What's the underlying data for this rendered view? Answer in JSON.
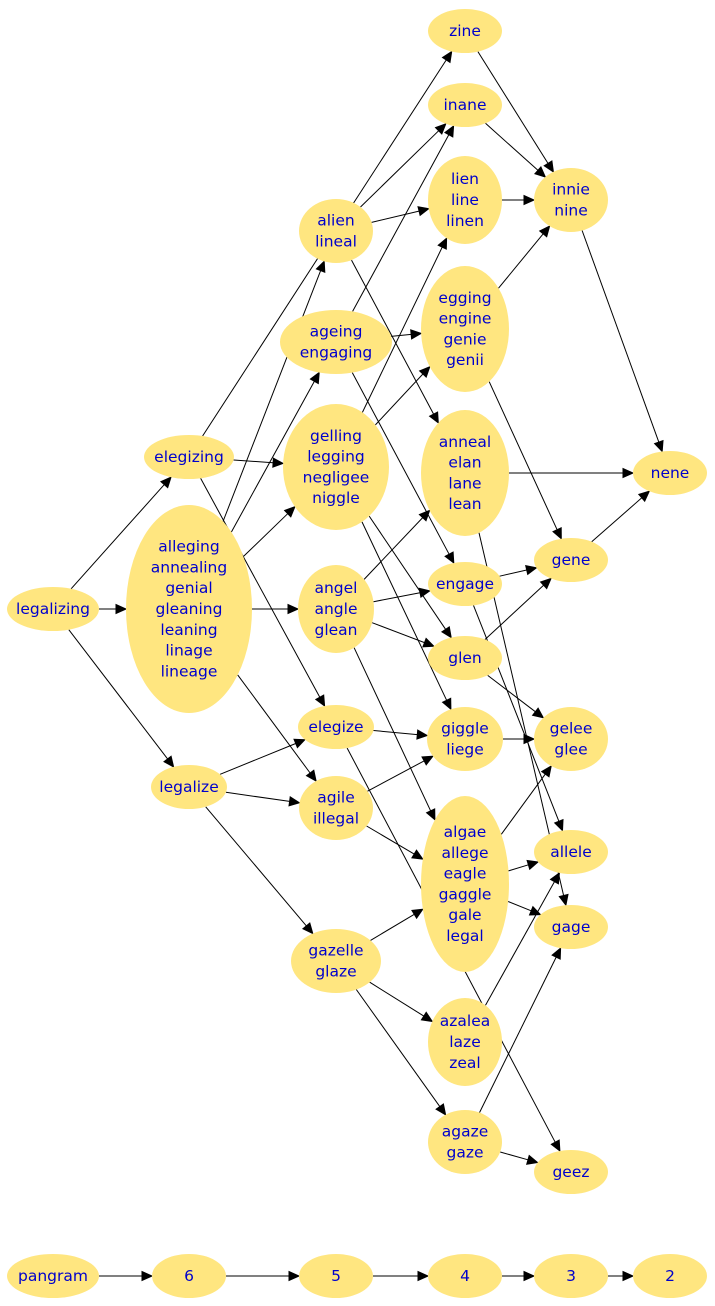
{
  "graph": {
    "nodes": [
      {
        "id": "legalizing",
        "lines": [
          "legalizing"
        ]
      },
      {
        "id": "alleging",
        "lines": [
          "alleging",
          "annealing",
          "genial",
          "gleaning",
          "leaning",
          "linage",
          "lineage"
        ]
      },
      {
        "id": "elegizing",
        "lines": [
          "elegizing"
        ]
      },
      {
        "id": "legalize",
        "lines": [
          "legalize"
        ]
      },
      {
        "id": "zine",
        "lines": [
          "zine"
        ]
      },
      {
        "id": "inane",
        "lines": [
          "inane"
        ]
      },
      {
        "id": "alien",
        "lines": [
          "alien",
          "lineal"
        ]
      },
      {
        "id": "lien",
        "lines": [
          "lien",
          "line",
          "linen"
        ]
      },
      {
        "id": "innie",
        "lines": [
          "innie",
          "nine"
        ]
      },
      {
        "id": "ageing",
        "lines": [
          "ageing",
          "engaging"
        ]
      },
      {
        "id": "egging",
        "lines": [
          "egging",
          "engine",
          "genie",
          "genii"
        ]
      },
      {
        "id": "gelling",
        "lines": [
          "gelling",
          "legging",
          "negligee",
          "niggle"
        ]
      },
      {
        "id": "anneal",
        "lines": [
          "anneal",
          "elan",
          "lane",
          "lean"
        ]
      },
      {
        "id": "nene",
        "lines": [
          "nene"
        ]
      },
      {
        "id": "angel",
        "lines": [
          "angel",
          "angle",
          "glean"
        ]
      },
      {
        "id": "engage",
        "lines": [
          "engage"
        ]
      },
      {
        "id": "gene",
        "lines": [
          "gene"
        ]
      },
      {
        "id": "glen",
        "lines": [
          "glen"
        ]
      },
      {
        "id": "elegize",
        "lines": [
          "elegize"
        ]
      },
      {
        "id": "giggle",
        "lines": [
          "giggle",
          "liege"
        ]
      },
      {
        "id": "gelee",
        "lines": [
          "gelee",
          "glee"
        ]
      },
      {
        "id": "agile",
        "lines": [
          "agile",
          "illegal"
        ]
      },
      {
        "id": "algae",
        "lines": [
          "algae",
          "allege",
          "eagle",
          "gaggle",
          "gale",
          "legal"
        ]
      },
      {
        "id": "allele",
        "lines": [
          "allele"
        ]
      },
      {
        "id": "gage",
        "lines": [
          "gage"
        ]
      },
      {
        "id": "gazelle",
        "lines": [
          "gazelle",
          "glaze"
        ]
      },
      {
        "id": "azalea",
        "lines": [
          "azalea",
          "laze",
          "zeal"
        ]
      },
      {
        "id": "agaze",
        "lines": [
          "agaze",
          "gaze"
        ]
      },
      {
        "id": "geez",
        "lines": [
          "geez"
        ]
      },
      {
        "id": "pangram",
        "lines": [
          "pangram"
        ]
      },
      {
        "id": "six",
        "lines": [
          "6"
        ]
      },
      {
        "id": "five",
        "lines": [
          "5"
        ]
      },
      {
        "id": "four",
        "lines": [
          "4"
        ]
      },
      {
        "id": "three",
        "lines": [
          "3"
        ]
      },
      {
        "id": "two",
        "lines": [
          "2"
        ]
      }
    ],
    "edges": [
      [
        "legalizing",
        "elegizing"
      ],
      [
        "legalizing",
        "alleging"
      ],
      [
        "legalizing",
        "legalize"
      ],
      [
        "elegizing",
        "zine"
      ],
      [
        "elegizing",
        "gelling"
      ],
      [
        "elegizing",
        "elegize"
      ],
      [
        "alleging",
        "alien"
      ],
      [
        "alleging",
        "ageing"
      ],
      [
        "alleging",
        "gelling"
      ],
      [
        "alleging",
        "angel"
      ],
      [
        "alleging",
        "agile"
      ],
      [
        "legalize",
        "elegize"
      ],
      [
        "legalize",
        "agile"
      ],
      [
        "legalize",
        "gazelle"
      ],
      [
        "zine",
        "innie"
      ],
      [
        "inane",
        "innie"
      ],
      [
        "alien",
        "inane"
      ],
      [
        "alien",
        "lien"
      ],
      [
        "alien",
        "anneal"
      ],
      [
        "lien",
        "innie"
      ],
      [
        "innie",
        "nene"
      ],
      [
        "ageing",
        "inane"
      ],
      [
        "ageing",
        "egging"
      ],
      [
        "ageing",
        "engage"
      ],
      [
        "egging",
        "innie"
      ],
      [
        "egging",
        "gene"
      ],
      [
        "gelling",
        "lien"
      ],
      [
        "gelling",
        "egging"
      ],
      [
        "gelling",
        "glen"
      ],
      [
        "gelling",
        "giggle"
      ],
      [
        "anneal",
        "nene"
      ],
      [
        "anneal",
        "gage"
      ],
      [
        "angel",
        "anneal"
      ],
      [
        "angel",
        "engage"
      ],
      [
        "angel",
        "glen"
      ],
      [
        "angel",
        "algae"
      ],
      [
        "engage",
        "gene"
      ],
      [
        "engage",
        "allele"
      ],
      [
        "gene",
        "nene"
      ],
      [
        "glen",
        "gene"
      ],
      [
        "glen",
        "gelee"
      ],
      [
        "elegize",
        "giggle"
      ],
      [
        "elegize",
        "geez"
      ],
      [
        "giggle",
        "gelee"
      ],
      [
        "agile",
        "giggle"
      ],
      [
        "agile",
        "algae"
      ],
      [
        "algae",
        "gelee"
      ],
      [
        "algae",
        "allele"
      ],
      [
        "algae",
        "gage"
      ],
      [
        "gazelle",
        "algae"
      ],
      [
        "gazelle",
        "azalea"
      ],
      [
        "gazelle",
        "agaze"
      ],
      [
        "azalea",
        "allele"
      ],
      [
        "agaze",
        "gage"
      ],
      [
        "agaze",
        "geez"
      ],
      [
        "pangram",
        "six"
      ],
      [
        "six",
        "five"
      ],
      [
        "five",
        "four"
      ],
      [
        "four",
        "three"
      ],
      [
        "three",
        "two"
      ]
    ]
  }
}
